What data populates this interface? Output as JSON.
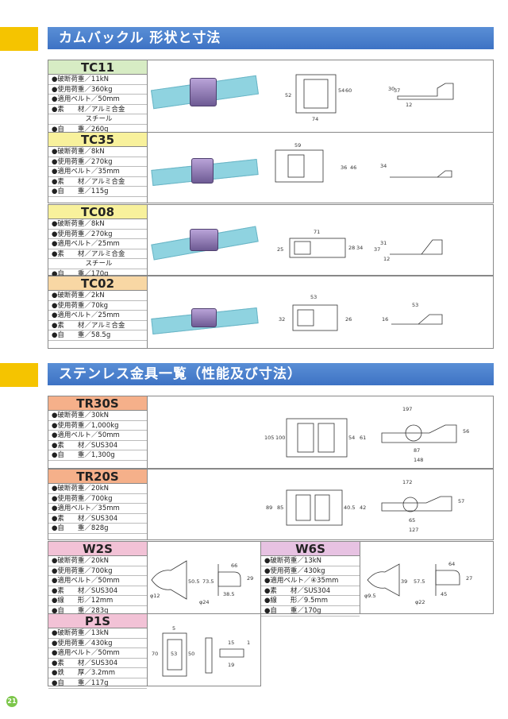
{
  "section1": {
    "title": "カムバックル 形状と寸法"
  },
  "section2": {
    "title": "ステンレス金具一覧（性能及び寸法）"
  },
  "tc11": {
    "name": "TC11",
    "specs": [
      "●破断荷重／11kN",
      "●使用荷重／360kg",
      "●適用ベルト／50mm",
      "●素　　材／アルミ合金",
      "　　　　　スチール",
      "●自　　重／260g"
    ],
    "dims": [
      "52",
      "54",
      "60",
      "74",
      "30",
      "37",
      "12"
    ]
  },
  "tc35": {
    "name": "TC35",
    "specs": [
      "●破断荷重／8kN",
      "●使用荷重／270kg",
      "●適用ベルト／35mm",
      "●素　　材／アルミ合金",
      "●自　　重／115g"
    ],
    "dims": [
      "59",
      "36",
      "46",
      "34"
    ]
  },
  "tc08": {
    "name": "TC08",
    "specs": [
      "●破断荷重／8kN",
      "●使用荷重／270kg",
      "●適用ベルト／25mm",
      "●素　　材／アルミ合金",
      "　　　　　スチール",
      "●自　　重／170g"
    ],
    "dims": [
      "71",
      "25",
      "28",
      "34",
      "31",
      "37",
      "12"
    ]
  },
  "tc02": {
    "name": "TC02",
    "specs": [
      "●破断荷重／2kN",
      "●使用荷重／70kg",
      "●適用ベルト／25mm",
      "●素　　材／アルミ合金",
      "●自　　重／58.5g"
    ],
    "dims": [
      "53",
      "32",
      "26",
      "53",
      "16"
    ]
  },
  "tr30s": {
    "name": "TR30S",
    "specs": [
      "●破断荷重／30kN",
      "●使用荷重／1,000kg",
      "●適用ベルト／50mm",
      "●素　　材／SUS304",
      "●自　　重／1,300g"
    ],
    "dims": [
      "105",
      "100",
      "54",
      "61",
      "197",
      "56",
      "87",
      "148"
    ]
  },
  "tr20s": {
    "name": "TR20S",
    "specs": [
      "●破断荷重／20kN",
      "●使用荷重／700kg",
      "●適用ベルト／35mm",
      "●素　　材／SUS304",
      "●自　　重／828g"
    ],
    "dims": [
      "89",
      "85",
      "40.5",
      "42",
      "172",
      "57",
      "65",
      "127"
    ]
  },
  "w2s": {
    "name": "W2S",
    "specs": [
      "●破断荷重／20kN",
      "●使用荷重／700kg",
      "●適用ベルト／50mm",
      "●素　　材／SUS304",
      "●線　　形／12mm",
      "●自　　重／283g"
    ],
    "dims": [
      "φ12",
      "50.5",
      "73.5",
      "φ24",
      "38.5",
      "66",
      "29"
    ]
  },
  "w6s": {
    "name": "W6S",
    "specs": [
      "●破断荷重／13kN",
      "●使用荷重／430kg",
      "●適用ベルト／④35mm",
      "●素　　材／SUS304",
      "●線　　形／9.5mm",
      "●自　　重／170g"
    ],
    "dims": [
      "φ9.5",
      "39",
      "57.5",
      "φ22",
      "45",
      "64",
      "27"
    ]
  },
  "p1s": {
    "name": "P1S",
    "specs": [
      "●破断荷重／13kN",
      "●使用荷重／430kg",
      "●適用ベルト／50mm",
      "●素　　材／SUS304",
      "●鉄　　厚／3.2mm",
      "●自　　重／117g"
    ],
    "dims": [
      "70",
      "53",
      "50",
      "5",
      "15",
      "19",
      "1"
    ]
  },
  "page": {
    "number": "21"
  }
}
